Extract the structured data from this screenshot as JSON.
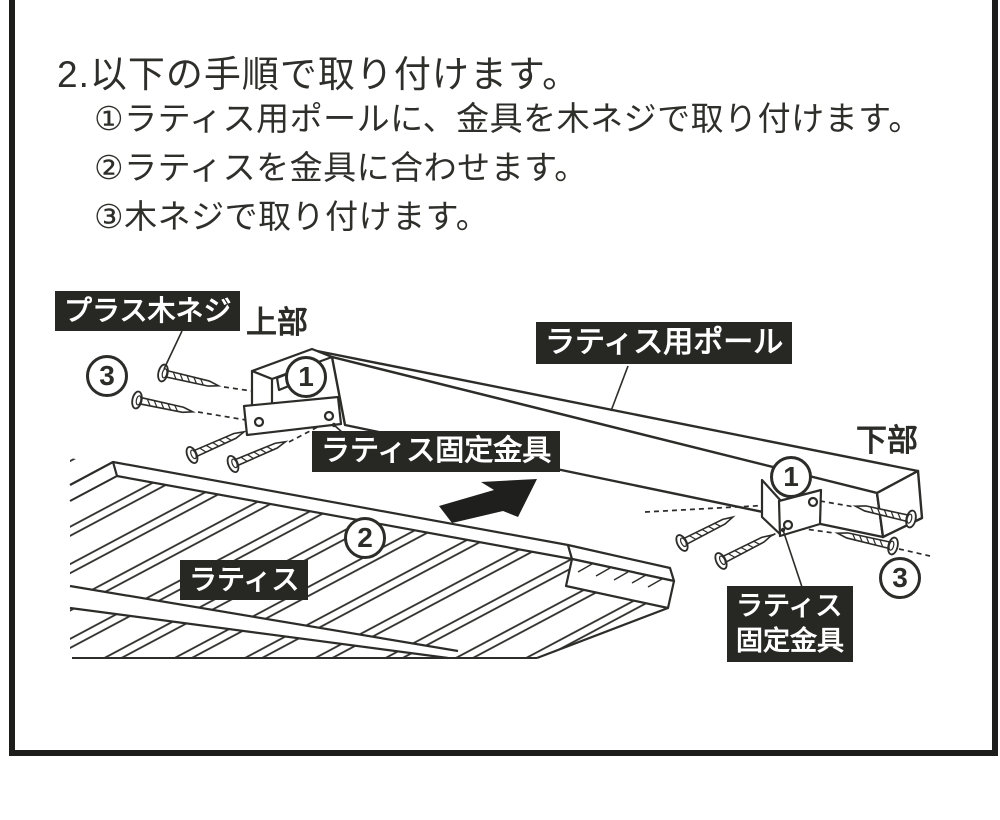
{
  "instructions": {
    "heading": "2.以下の手順で取り付けます。",
    "steps": [
      "①ラティス用ポールに、金具を木ネジで取り付けます。",
      "②ラティスを金具に合わせます。",
      "③木ネジで取り付けます。"
    ]
  },
  "diagram": {
    "labels": {
      "plus_wood_screw": "プラス木ネジ",
      "top_part": "上部",
      "lattice_pole": "ラティス用ポール",
      "bottom_part": "下部",
      "lattice_fix_bracket": "ラティス固定金具",
      "lattice": "ラティス",
      "lattice_fix_bracket_line1": "ラティス",
      "lattice_fix_bracket_line2": "固定金具"
    },
    "markers": {
      "top_screws": "3",
      "top_bracket": "1",
      "lattice_align": "2",
      "bottom_bracket": "1",
      "bottom_screws": "3"
    },
    "colors": {
      "label_bg": "#272724",
      "label_text": "#ffffff",
      "line": "#2c2c29",
      "frame": "#1d1d1b"
    }
  }
}
